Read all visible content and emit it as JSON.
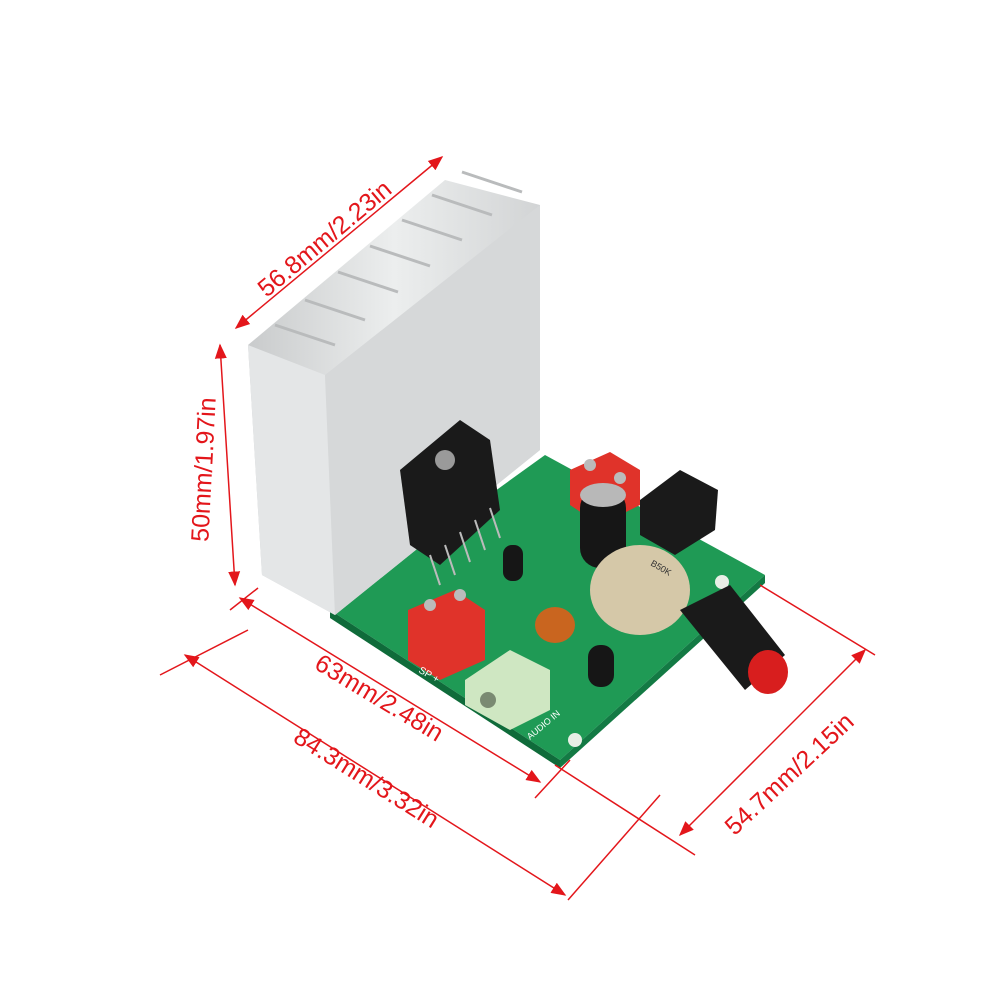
{
  "dimensions": {
    "heatsink_width": "56.8mm/2.23in",
    "height": "50mm/1.97in",
    "board_length": "63mm/2.48in",
    "total_length": "84.3mm/3.32in",
    "board_width": "54.7mm/2.15in"
  },
  "board_labels": {
    "speaker": "SP +",
    "audio_in": "AUDIO IN",
    "pot": "B50K"
  },
  "colors": {
    "dimension": "#e3161b",
    "pcb": "#1f9a55",
    "heatsink": "#d9dbdc",
    "terminal": "#e0332a"
  }
}
